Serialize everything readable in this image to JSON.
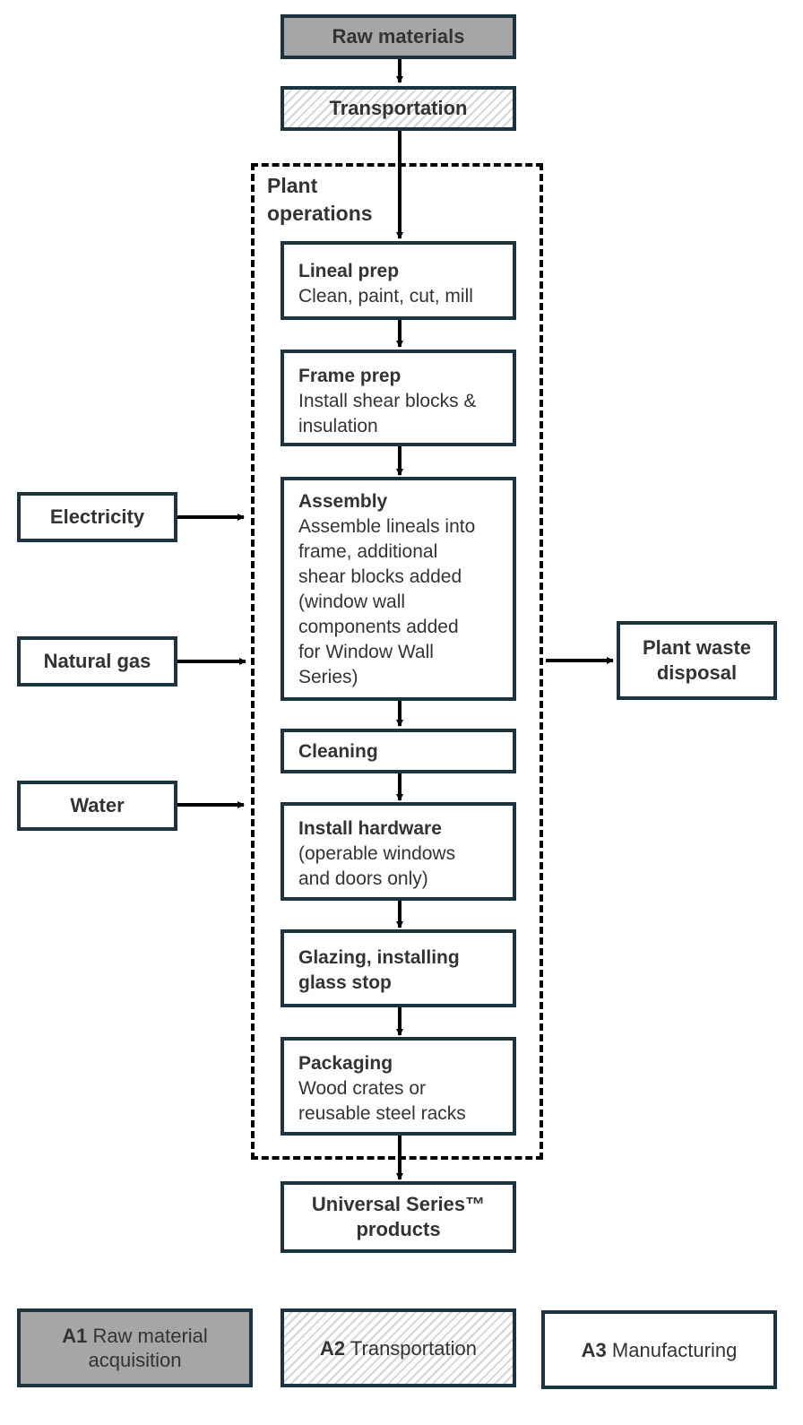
{
  "top": {
    "raw_materials": "Raw materials",
    "transportation": "Transportation"
  },
  "plant": {
    "label": "Plant\noperations",
    "steps": [
      {
        "title": "Lineal prep",
        "desc": "Clean, paint, cut, mill"
      },
      {
        "title": "Frame prep",
        "desc": "Install shear blocks &\ninsulation"
      },
      {
        "title": "Assembly",
        "desc": "Assemble lineals into\nframe, additional\nshear blocks added\n(window wall\ncomponents added\nfor Window Wall\nSeries)"
      },
      {
        "title": "Cleaning",
        "desc": ""
      },
      {
        "title": "Install hardware",
        "desc": "(operable windows\nand doors only)"
      },
      {
        "title": "Glazing, installing",
        "desc": "glass stop"
      },
      {
        "title": "Packaging",
        "desc": "Wood crates or\nreusable steel racks"
      }
    ]
  },
  "inputs": {
    "electricity": "Electricity",
    "natural_gas": "Natural gas",
    "water": "Water"
  },
  "output": {
    "waste": "Plant waste\ndisposal",
    "product_line1": "Universal Series™",
    "product_line2": "products"
  },
  "legend": {
    "a1_code": "A1",
    "a1_text": "Raw material",
    "a1_text2": "acquisition",
    "a2_code": "A2",
    "a2_text": "Transportation",
    "a3_code": "A3",
    "a3_text": "Manufacturing"
  },
  "colors": {
    "border": "#1c3340",
    "gray_fill": "#a6a6a6",
    "hatch": "#d4d4d4"
  }
}
